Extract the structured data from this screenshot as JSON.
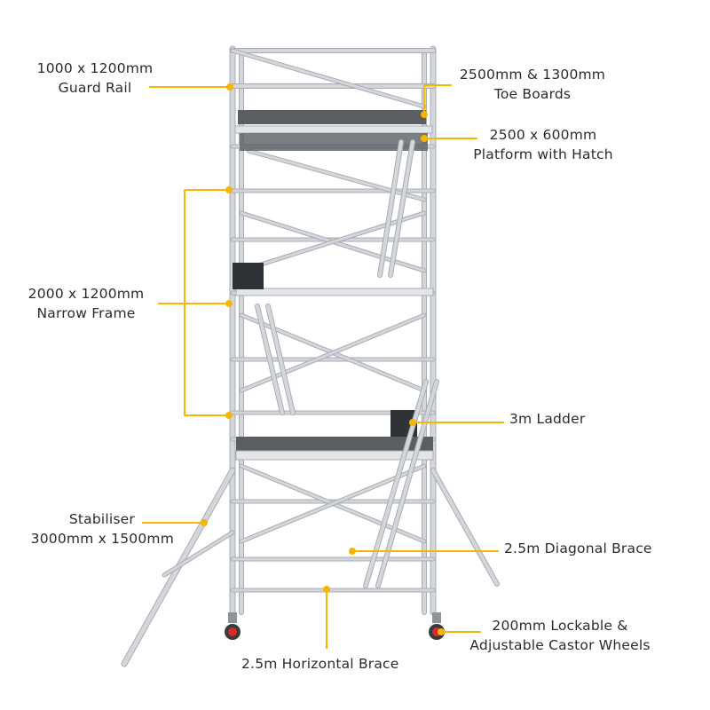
{
  "labels": {
    "guard_rail": [
      "1000 x 1200mm",
      "Guard Rail"
    ],
    "toe_boards": [
      "2500mm & 1300mm",
      "Toe Boards"
    ],
    "platform": [
      "2500 x 600mm",
      "Platform with Hatch"
    ],
    "narrow_frame": [
      "2000 x 1200mm",
      "Narrow Frame"
    ],
    "ladder": [
      "3m Ladder"
    ],
    "stabiliser": [
      "Stabiliser",
      "3000mm x 1500mm"
    ],
    "diagonal_brace": [
      "2.5m Diagonal Brace"
    ],
    "castor_wheels": [
      "200mm Lockable &",
      "Adjustable Castor Wheels"
    ],
    "horizontal_brace": [
      "2.5m Horizontal Brace"
    ]
  },
  "colors": {
    "leader": "#F5B700",
    "frame": "#d3d6da",
    "frame_edge": "#a9adb3",
    "deck": "#5a5e63",
    "castor": "#d62b2b",
    "text": "#2b2b2b"
  }
}
